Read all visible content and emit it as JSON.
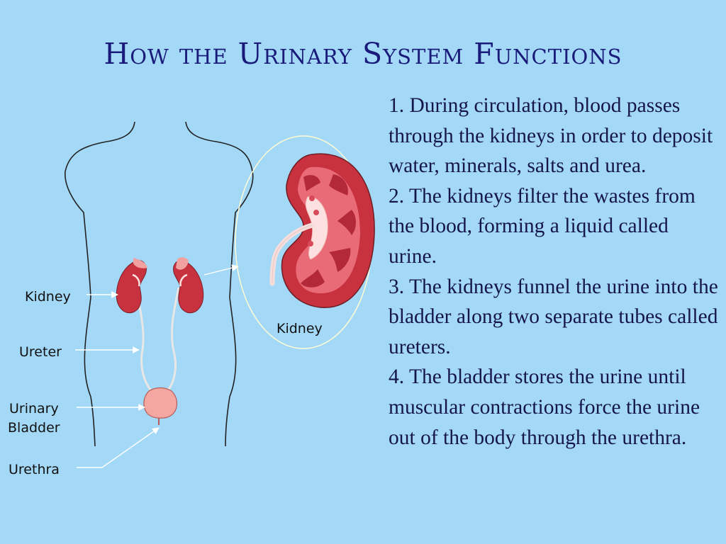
{
  "title": "How the Urinary System Functions",
  "steps": [
    "1. During circulation, blood passes through the kidneys in order to deposit water, minerals, salts and urea.",
    "2. The kidneys filter the wastes from the blood, forming a liquid called urine.",
    "3. The kidneys funnel the urine into the bladder along two separate tubes called ureters.",
    "4. The bladder stores the urine until muscular contractions force the urine out of the body through the urethra."
  ],
  "labels": {
    "kidney": "Kidney",
    "ureter": "Ureter",
    "bladder_line1": "Urinary",
    "bladder_line2": "Bladder",
    "urethra": "Urethra",
    "inset": "Kidney"
  },
  "colors": {
    "background": "#a3d8f7",
    "title": "#1a1a7a",
    "kidney": "#c8323f",
    "bladder": "#f3a7a0"
  }
}
